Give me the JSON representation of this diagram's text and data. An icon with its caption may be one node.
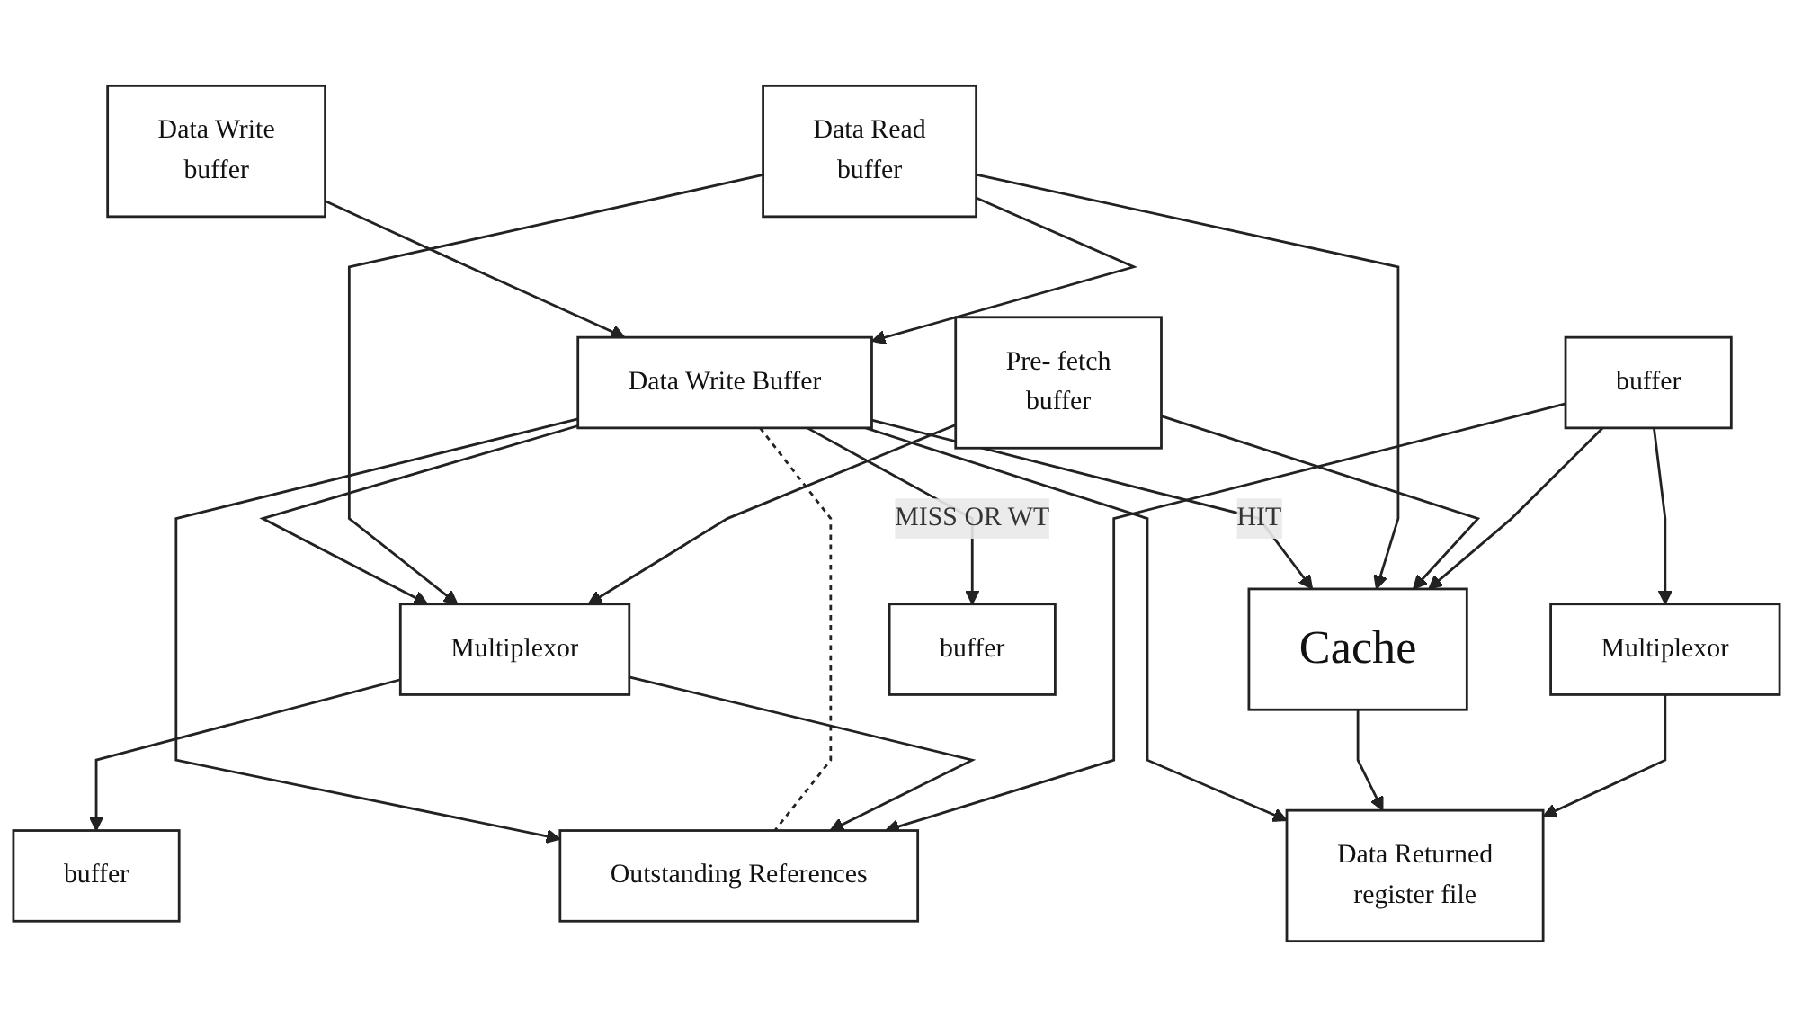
{
  "diagram": {
    "nodes": [
      {
        "text": [
          "Data Returned",
          "register file"
        ]
      },
      {
        "text": [
          "Data Write",
          "buffer"
        ]
      },
      {
        "text": [
          "Data Read",
          "buffer"
        ]
      },
      {
        "text": [
          "Pre- fetch",
          "buffer"
        ]
      },
      {
        "text": [
          "Data Write Buffer"
        ]
      },
      {
        "text": [
          "Cache"
        ]
      },
      {
        "text": [
          "Multiplexor"
        ]
      },
      {
        "text": [
          "Outstanding References"
        ]
      },
      {
        "text": [
          "Multiplexor"
        ]
      },
      {
        "text": [
          "buffer"
        ]
      },
      {
        "text": [
          "buffer"
        ]
      },
      {
        "text": [
          "buffer"
        ]
      }
    ],
    "edges": [
      {
        "from": 1,
        "to": 4,
        "arrow": "to"
      },
      {
        "from": 2,
        "to": 4,
        "arrow": "to"
      },
      {
        "from": 4,
        "to": 0,
        "arrow": "to"
      },
      {
        "from": 4,
        "to": 5,
        "arrow": "to",
        "label": "HIT"
      },
      {
        "from": 4,
        "to": 10,
        "arrow": "to",
        "label": "MISS OR WT"
      },
      {
        "from": 4,
        "to": 8,
        "arrow": "to"
      },
      {
        "from": 4,
        "to": 7,
        "arrow": "to"
      },
      {
        "from": 4,
        "to": 7,
        "arrow": "none",
        "style": "dashed"
      },
      {
        "from": 2,
        "to": 5,
        "arrow": "to"
      },
      {
        "from": 2,
        "to": 8,
        "arrow": "to"
      },
      {
        "from": 3,
        "to": 5,
        "arrow": "to"
      },
      {
        "from": 3,
        "to": 8,
        "arrow": "to"
      },
      {
        "from": 5,
        "to": 0,
        "arrow": "to"
      },
      {
        "from": 6,
        "to": 0,
        "arrow": "to"
      },
      {
        "from": 8,
        "to": 11,
        "arrow": "to"
      },
      {
        "from": 8,
        "to": 7,
        "arrow": "to"
      },
      {
        "from": 9,
        "to": 6,
        "arrow": "to"
      },
      {
        "from": 9,
        "to": 5,
        "arrow": "to"
      },
      {
        "from": 9,
        "to": 7,
        "arrow": "to"
      }
    ]
  }
}
